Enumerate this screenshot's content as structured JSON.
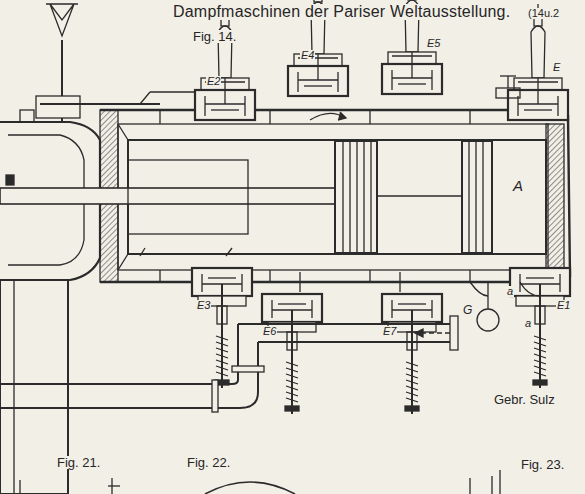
{
  "diagram": {
    "title": "Dampfmaschinen der Pariser Weltausstellung.",
    "labels": [
      "(14u.2",
      "Fig. 14.",
      "E2",
      "E4",
      "E5",
      "E",
      "A",
      "E3",
      "E6",
      "E7",
      "E1",
      "a",
      "a",
      "G",
      "Gebr. Sulz",
      "Fig. 21.",
      "Fig. 22.",
      "Fig. 23."
    ]
  }
}
